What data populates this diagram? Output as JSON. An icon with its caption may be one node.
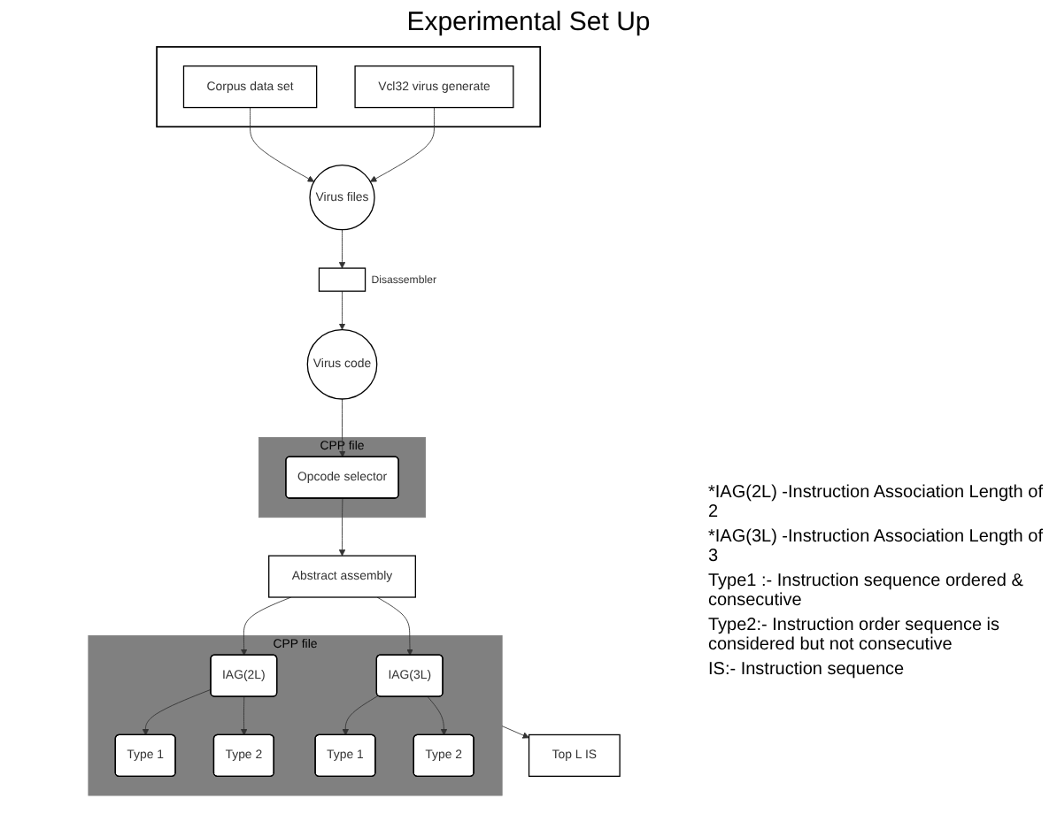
{
  "diagram": {
    "title": "Experimental Set Up",
    "nodes": [
      {
        "text": [],
        "shape": "box"
      },
      {
        "text": [
          "Corpus data set"
        ],
        "in": 0
      },
      {
        "text": [
          "Vcl32 virus generate"
        ],
        "in": 0
      },
      {
        "text": [
          "Virus files"
        ]
      },
      {
        "text": [],
        "shape": "box",
        "beside": [
          "Disassembler"
        ]
      },
      {
        "text": [
          "Virus code"
        ]
      },
      {
        "text": [
          "CPP file"
        ]
      },
      {
        "text": [
          "Opcode selector"
        ],
        "in": 6
      },
      {
        "text": [
          "Abstract assembly"
        ]
      },
      {
        "text": [
          "CPP file"
        ]
      },
      {
        "text": [
          "IAG(2L)"
        ],
        "in": 9
      },
      {
        "text": [
          "Type 1"
        ],
        "in": 9
      },
      {
        "text": [
          "Type 2"
        ],
        "in": 9
      },
      {
        "text": [
          "IAG(3L)"
        ],
        "in": 9
      },
      {
        "text": [
          "Type 1"
        ],
        "in": 9
      },
      {
        "text": [
          "Type 2"
        ],
        "in": 9
      },
      {
        "text": [
          "Top L IS"
        ]
      }
    ],
    "edges": [
      {
        "from": 1,
        "to": 3,
        "arrow": "to"
      },
      {
        "from": 2,
        "to": 3,
        "arrow": "to"
      },
      {
        "from": 3,
        "to": 4,
        "arrow": "to"
      },
      {
        "from": 4,
        "to": 5,
        "arrow": "to"
      },
      {
        "from": 5,
        "to": 7,
        "arrow": "to"
      },
      {
        "from": 7,
        "to": 8,
        "arrow": "to"
      },
      {
        "from": 8,
        "to": 10,
        "arrow": "to"
      },
      {
        "from": 8,
        "to": 13,
        "arrow": "to"
      },
      {
        "from": 10,
        "to": 11,
        "arrow": "to"
      },
      {
        "from": 10,
        "to": 12,
        "arrow": "to"
      },
      {
        "from": 13,
        "to": 14,
        "arrow": "to"
      },
      {
        "from": 13,
        "to": 15,
        "arrow": "to"
      },
      {
        "from": 9,
        "to": 16,
        "arrow": "to"
      }
    ],
    "labels": [
      "*IAG(2L) -Instruction Association Length of 2",
      "*IAG(3L) -Instruction Association Length of 3",
      "Type1 :- Instruction sequence ordered & consecutive",
      "Type2:- Instruction order sequence is considered but not consecutive",
      "IS:- Instruction sequence"
    ]
  }
}
